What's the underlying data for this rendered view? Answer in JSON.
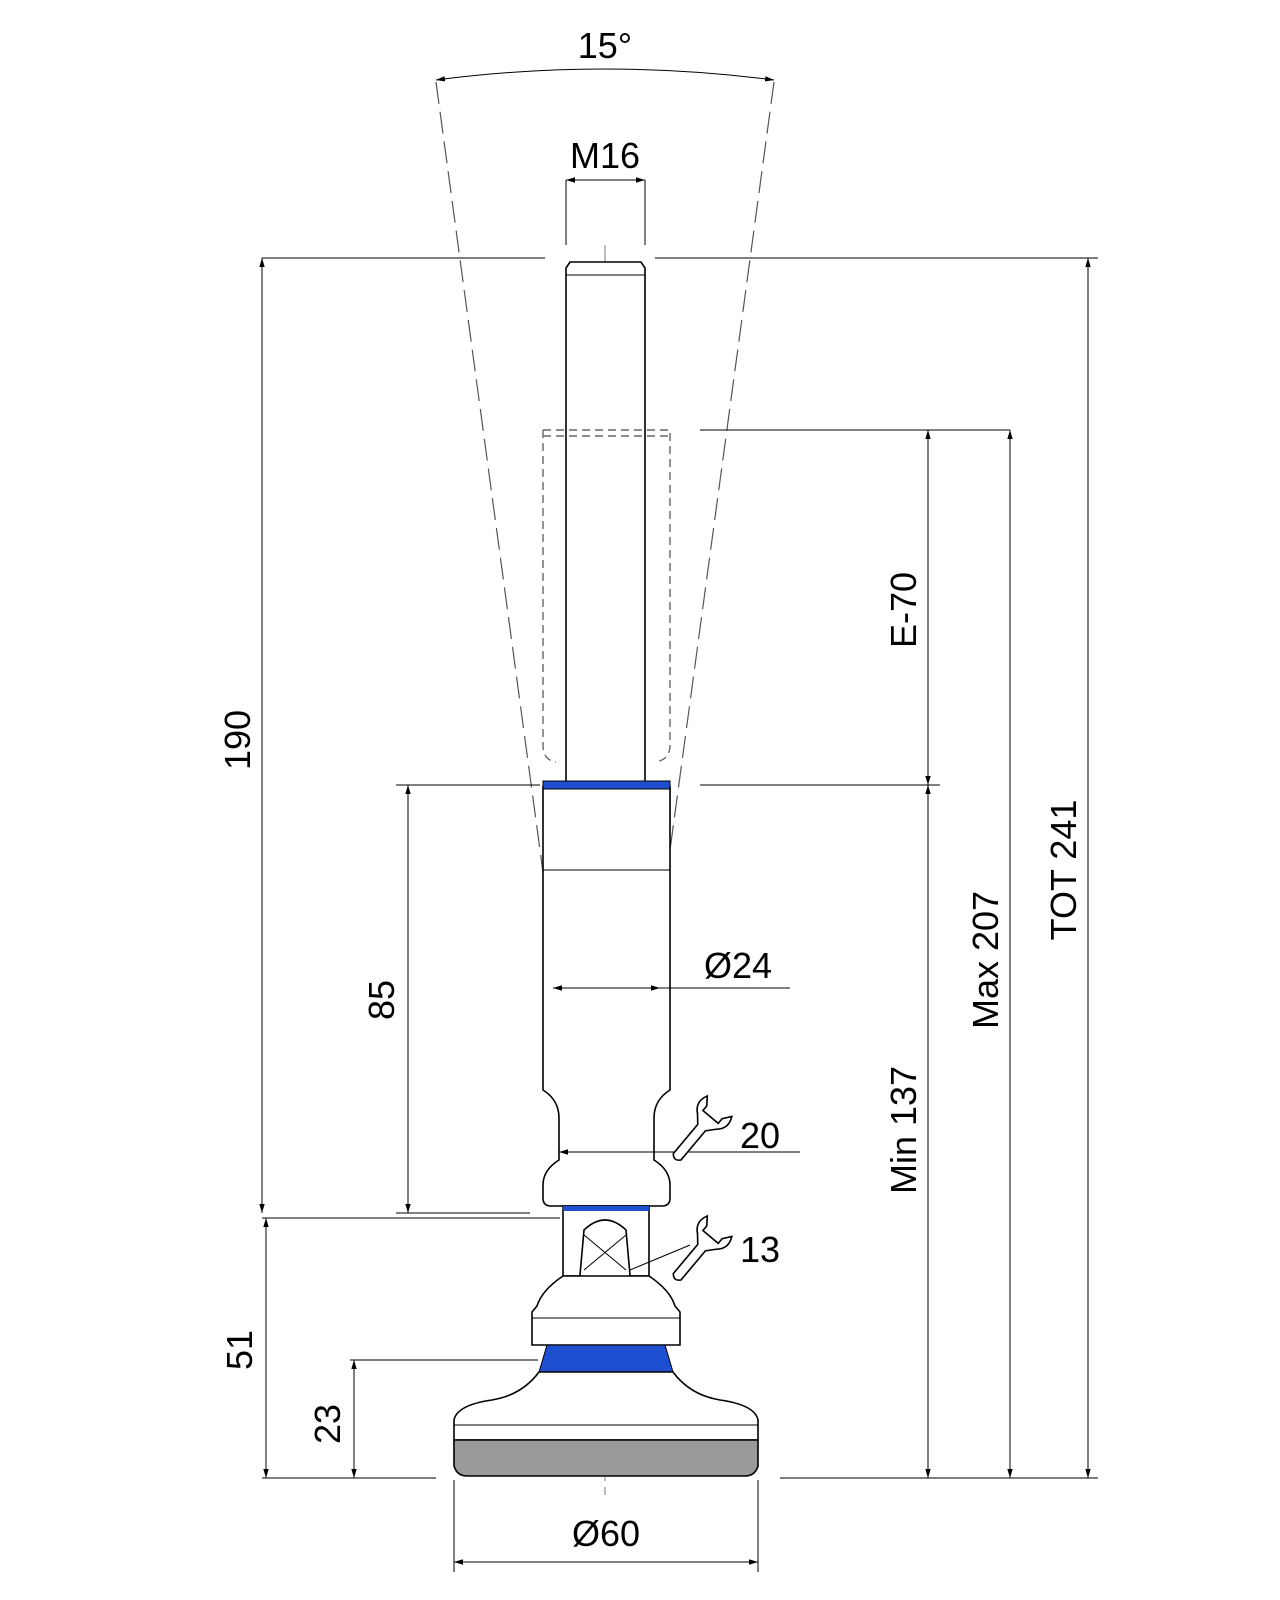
{
  "dimensions": {
    "angle": "15°",
    "thread": "M16",
    "total_stem_height": "190",
    "adjust_range": "E-70",
    "body_height": "85",
    "body_diameter": "Ø24",
    "wrench_body": "20",
    "wrench_joint": "13",
    "min_height": "Min 137",
    "max_height": "Max 207",
    "total_height": "TOT 241",
    "base_height": "51",
    "foot_height": "23",
    "foot_diameter": "Ø60"
  },
  "colors": {
    "accent_ring": "#1f4fd1",
    "rubber_pad": "#9a9a9a",
    "line": "#000000"
  },
  "icons": {
    "wrench_body": "wrench-icon",
    "wrench_joint": "wrench-icon"
  }
}
